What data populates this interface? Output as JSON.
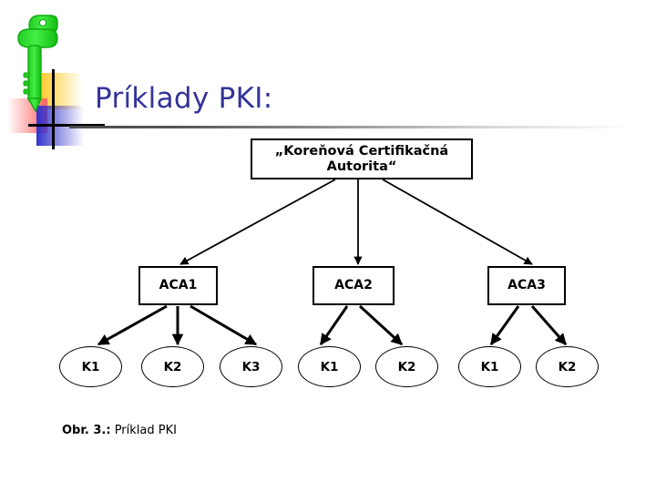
{
  "slide": {
    "title": "Príklady PKI:",
    "title_color": "#333399",
    "background_color": "#ffffff",
    "caption_bold": "Obr. 3.:",
    "caption_rest": " Príklad PKI"
  },
  "logo": {
    "key_color": "#33dd33",
    "block_yellow": "#ffcc33",
    "block_red": "#ff6666",
    "block_blue": "#3333cc",
    "crosshair_color": "#000000"
  },
  "diagram": {
    "type": "tree",
    "line_color": "#000000",
    "node_fill": "#ffffff",
    "root": {
      "label": "„Koreňová Certifikačná Autorita“"
    },
    "intermediates": [
      {
        "label": "ACA1"
      },
      {
        "label": "ACA2"
      },
      {
        "label": "ACA3"
      }
    ],
    "leaves": [
      {
        "label": "K1",
        "parent": "ACA1"
      },
      {
        "label": "K2",
        "parent": "ACA1"
      },
      {
        "label": "K3",
        "parent": "ACA1"
      },
      {
        "label": "K1",
        "parent": "ACA2"
      },
      {
        "label": "K2",
        "parent": "ACA2"
      },
      {
        "label": "K1",
        "parent": "ACA3"
      },
      {
        "label": "K2",
        "parent": "ACA3"
      }
    ]
  }
}
